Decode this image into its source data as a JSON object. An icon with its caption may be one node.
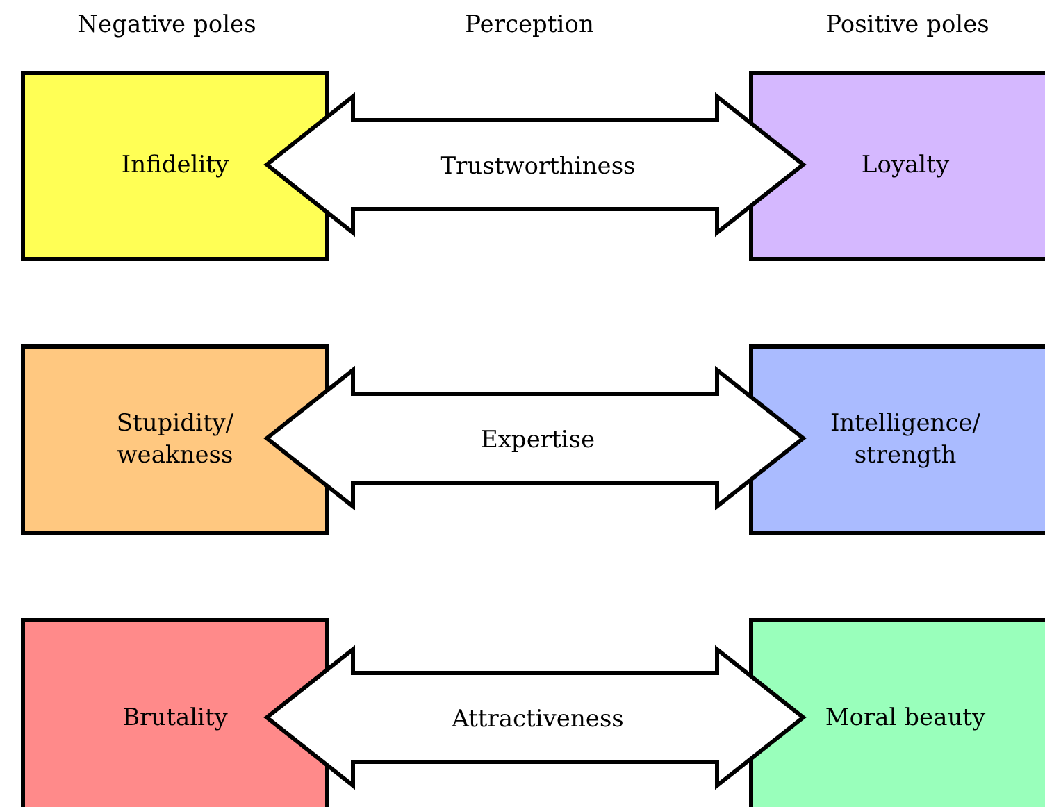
{
  "diagram": {
    "nodes": [
      {
        "text": [
          "Infidelity"
        ]
      },
      {
        "text": [
          "Loyalty"
        ]
      },
      {
        "text": [
          "Stupidity/ weakness"
        ]
      },
      {
        "text": [
          "Intelligence/ strength"
        ]
      },
      {
        "text": [
          "Brutality"
        ]
      },
      {
        "text": [
          "Moral beauty"
        ]
      }
    ],
    "edges": [
      {
        "from": 0,
        "to": 1,
        "arrow": "both",
        "label": "Trustworthiness",
        "style": "thick"
      },
      {
        "from": 2,
        "to": 3,
        "arrow": "both",
        "label": "Expertise",
        "style": "thick"
      },
      {
        "from": 4,
        "to": 5,
        "arrow": "both",
        "label": "Attractiveness",
        "style": "thick"
      }
    ],
    "labels": [
      "Negative poles",
      "Perception",
      "Positive poles"
    ]
  }
}
